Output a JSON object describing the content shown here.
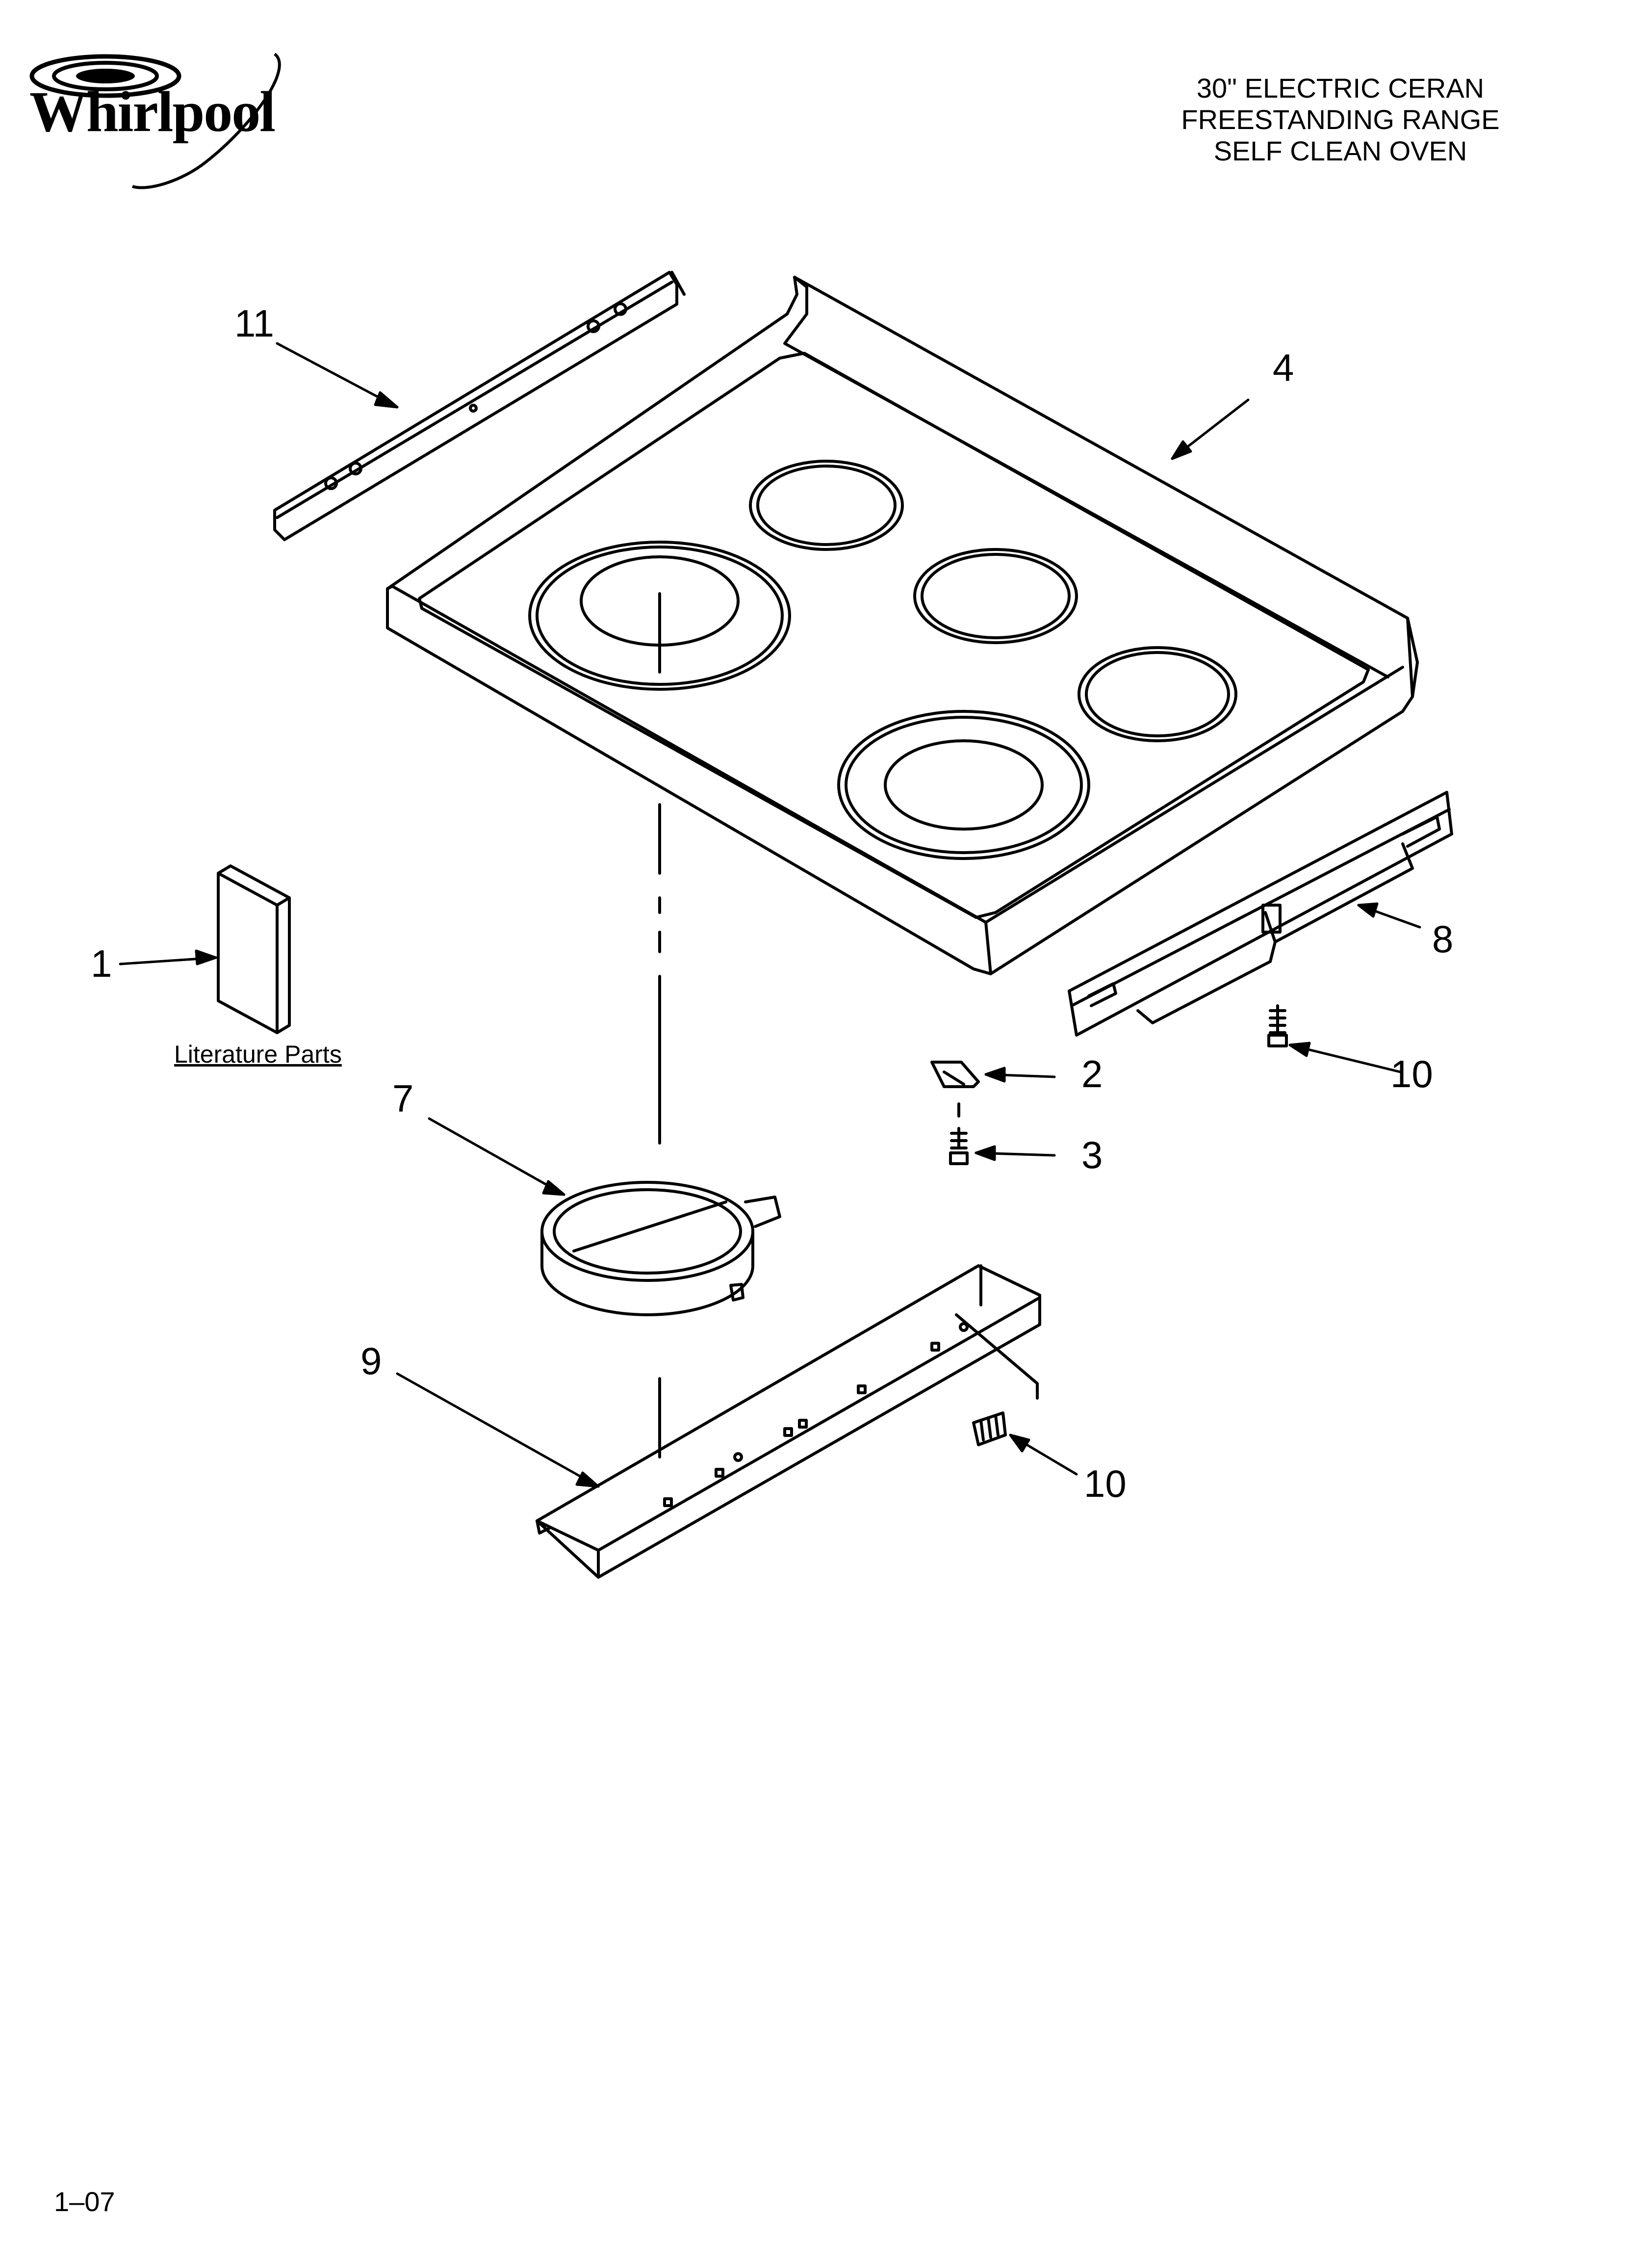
{
  "brand": "Whirlpool",
  "header": {
    "line1": "30\" ELECTRIC CERAN",
    "line2": "FREESTANDING RANGE",
    "line3": "SELF CLEAN OVEN"
  },
  "literature_label": "Literature Parts",
  "page_number": "1–07",
  "callouts": {
    "c1": "1",
    "c2": "2",
    "c3": "3",
    "c4": "4",
    "c7": "7",
    "c8": "8",
    "c9": "9",
    "c10a": "10",
    "c10b": "10",
    "c11": "11"
  }
}
